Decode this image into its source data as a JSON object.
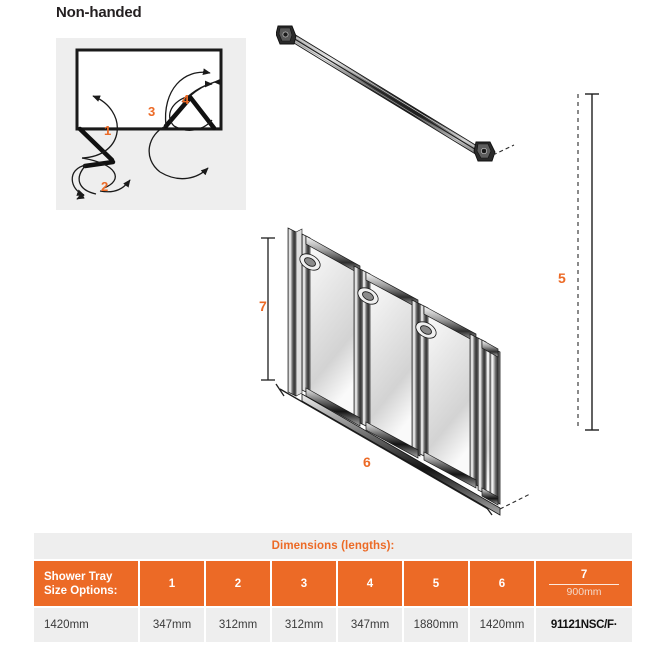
{
  "heading": "Non-handed",
  "plan_view": {
    "labels": [
      {
        "id": "1",
        "text": "1"
      },
      {
        "id": "2",
        "text": "2"
      },
      {
        "id": "3",
        "text": "3"
      },
      {
        "id": "4",
        "text": "4"
      }
    ],
    "background_color": "#eeeeee"
  },
  "drawing": {
    "dimension_labels": [
      {
        "id": "5",
        "text": "5"
      },
      {
        "id": "6",
        "text": "6"
      },
      {
        "id": "7",
        "text": "7"
      }
    ],
    "parts": [
      "top-rail",
      "four-panel-folding-bath-screen"
    ]
  },
  "colors": {
    "accent": "#ec6a26",
    "panel_bg": "#eeeeee",
    "text_dark": "#231f20"
  },
  "table": {
    "header_title": "Dimensions (lengths):",
    "row_label_header": "Shower Tray Size Options:",
    "columns": [
      "1",
      "2",
      "3",
      "4",
      "5",
      "6"
    ],
    "last_column": {
      "number": "7",
      "sub": "900mm"
    },
    "row": {
      "tray_size": "1420mm",
      "values": [
        "347mm",
        "312mm",
        "312mm",
        "347mm",
        "1880mm",
        "1420mm"
      ],
      "product_code": "91121NSC/F·"
    }
  }
}
